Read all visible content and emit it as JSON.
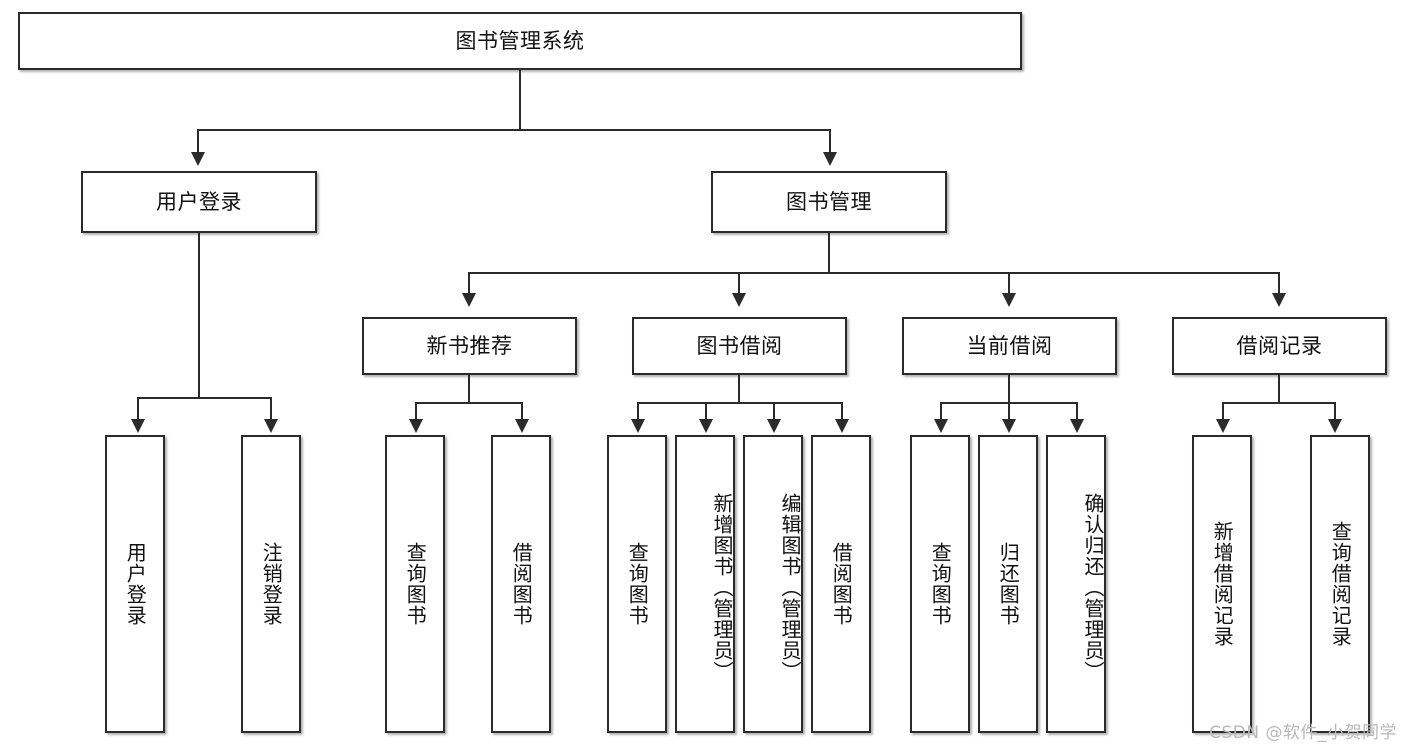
{
  "diagram": {
    "type": "tree-hierarchy-chart",
    "title_node": {
      "label": "图书管理系统"
    },
    "level2": [
      {
        "id": "user-login",
        "label": "用户登录"
      },
      {
        "id": "book-management",
        "label": "图书管理"
      }
    ],
    "level3": [
      {
        "id": "new-book-recommend",
        "label": "新书推荐"
      },
      {
        "id": "book-borrow",
        "label": "图书借阅"
      },
      {
        "id": "current-borrow",
        "label": "当前借阅"
      },
      {
        "id": "borrow-record",
        "label": "借阅记录"
      }
    ],
    "leaves": [
      {
        "id": "leaf-user-login",
        "parent": "user-login",
        "label": "用户登录"
      },
      {
        "id": "leaf-logout-login",
        "parent": "user-login",
        "label": "注销登录"
      },
      {
        "id": "leaf-query-book-1",
        "parent": "new-book-recommend",
        "label": "查询图书"
      },
      {
        "id": "leaf-borrow-book-1",
        "parent": "new-book-recommend",
        "label": "借阅图书"
      },
      {
        "id": "leaf-query-book-2",
        "parent": "book-borrow",
        "label": "查询图书"
      },
      {
        "id": "leaf-add-book",
        "parent": "book-borrow",
        "label": "新增图书（管理员）"
      },
      {
        "id": "leaf-edit-book",
        "parent": "book-borrow",
        "label": "编辑图书（管理员）"
      },
      {
        "id": "leaf-borrow-book-2",
        "parent": "book-borrow",
        "label": "借阅图书"
      },
      {
        "id": "leaf-query-book-3",
        "parent": "current-borrow",
        "label": "查询图书"
      },
      {
        "id": "leaf-return-book",
        "parent": "current-borrow",
        "label": "归还图书"
      },
      {
        "id": "leaf-confirm-return",
        "parent": "current-borrow",
        "label": "确认归还（管理员）"
      },
      {
        "id": "leaf-add-record",
        "parent": "borrow-record",
        "label": "新增借阅记录"
      },
      {
        "id": "leaf-query-record",
        "parent": "borrow-record",
        "label": "查询借阅记录"
      }
    ],
    "watermark": "CSDN @软件_小贺同学",
    "colors": {
      "stroke": "#2b2b2b",
      "background": "#ffffff",
      "text": "#111111",
      "watermark": "#b9b9b9"
    }
  }
}
